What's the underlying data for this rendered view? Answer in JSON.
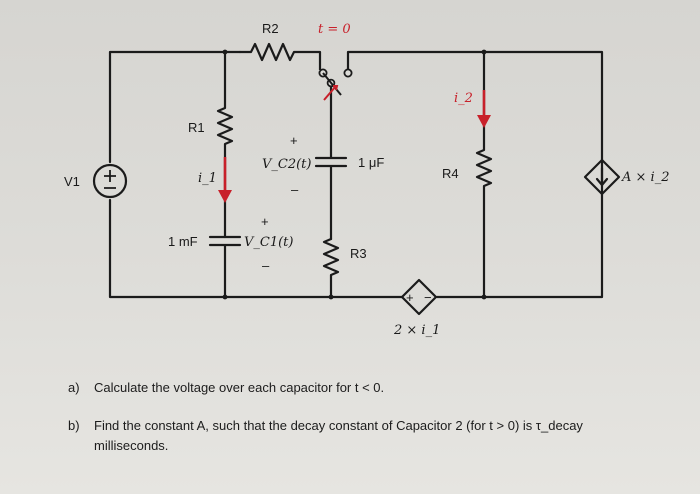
{
  "components": {
    "v1": "V1",
    "r1": "R1",
    "r2": "R2",
    "r3": "R3",
    "r4": "R4",
    "c1_value": "1 mF",
    "c2_value": "1 μF",
    "switch_time": "t = 0",
    "vc1": "V_C1(t)",
    "vc2": "V_C2(t)",
    "plus": "+",
    "minus": "–",
    "i1": "i_1",
    "i2": "i_2",
    "dep_current": "A × i_2",
    "dep_voltage": "2 × i_1"
  },
  "questions": {
    "a": {
      "marker": "a)",
      "text": "Calculate the voltage over each capacitor for t < 0."
    },
    "b": {
      "marker": "b)",
      "text": "Find the constant A, such that the decay constant of Capacitor 2 (for t > 0) is τ_decay",
      "text2": "milliseconds."
    }
  },
  "colors": {
    "wire": "#1b1b1b",
    "arrow": "#c8202a",
    "background": "#dcdbd7"
  }
}
